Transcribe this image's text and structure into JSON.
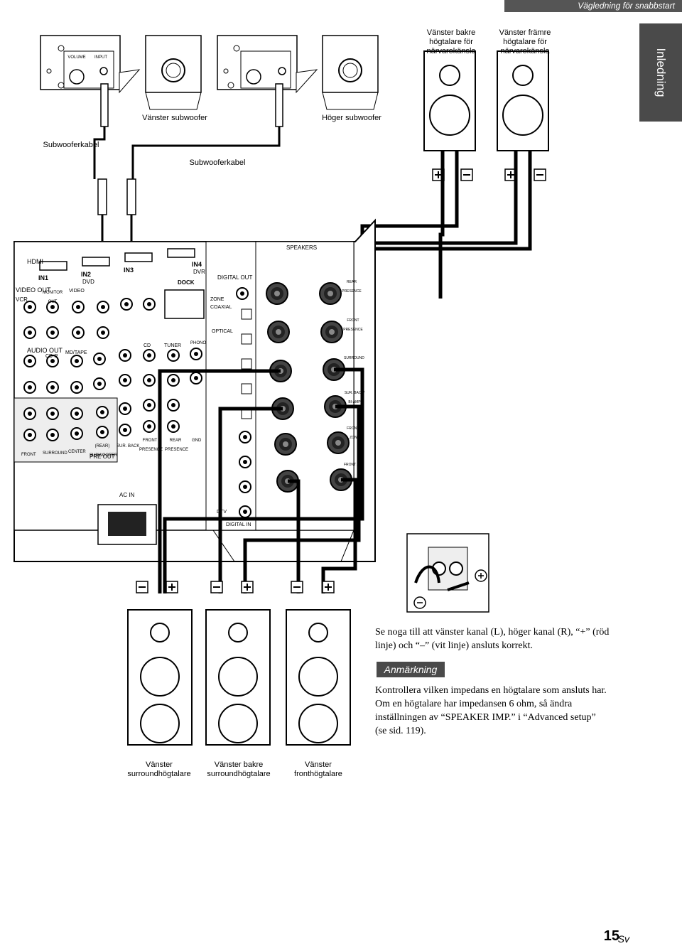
{
  "header": {
    "section": "Vägledning för snabbstart"
  },
  "side_tab": {
    "label": "Inledning"
  },
  "subwoofers": {
    "left_label": "Vänster subwoofer",
    "right_label": "Höger subwoofer",
    "cable_label_1": "Subwooferkabel",
    "cable_label_2": "Subwooferkabel",
    "volume": "VOLUME",
    "input": "INPUT"
  },
  "presence_speakers": {
    "left_rear": "Vänster bakre\nhögtalare för\nnärvarokänsla",
    "left_front": "Vänster främre\nhögtalare för\nnärvarokänsla"
  },
  "receiver": {
    "hdmi": "HDMI",
    "in1": "IN1",
    "in2": "IN2",
    "in3": "IN3",
    "in4": "IN4",
    "dvd": "DVD",
    "dvr": "DVR",
    "dock": "DOCK",
    "video_out": "VIDEO OUT",
    "vcr": "VCR",
    "monitor_out": "MONITOR OUT",
    "video": "VIDEO",
    "audio_out": "AUDIO OUT",
    "cdr": "CD-R",
    "mdtape": "MD/TAPE",
    "cd": "CD",
    "tuner": "TUNER",
    "phono": "PHONO",
    "digital_out": "DIGITAL OUT",
    "zone": "ZONE",
    "coaxial": "COAXIAL",
    "optical": "OPTICAL",
    "speakers": "SPEAKERS",
    "front": "FRONT",
    "surround": "SURROUND",
    "center": "CENTER",
    "subwoofer": "(REAR) SUBWOOFER",
    "sur_back": "SUR. BACK",
    "pre_out": "PRE OUT",
    "front_presence": "FRONT PRESENCE",
    "rear_presence": "REAR PRESENCE",
    "gnd": "GND",
    "ac_in": "AC IN",
    "dtv": "DTV",
    "digital_in": "DIGITAL IN",
    "sp_rear_presence": "REAR PRESENCE",
    "sp_front_presence": "FRONT PRESENCE",
    "sp_surround": "SURROUND",
    "sp_surback": "SUR. BACK/ BI-AMP",
    "sp_front_b": "FRONT B ZONE",
    "sp_front_a": "FRONT A"
  },
  "bottom_speakers": {
    "left_surround": "Vänster\nsurroundhögtalare",
    "left_rear_surround": "Vänster bakre\nsurroundhögtalare",
    "left_front": "Vänster\nfronthögtalare"
  },
  "polarity": {
    "plus": "+",
    "minus": "–"
  },
  "instructions": {
    "main": "Se noga till att vänster kanal (L), höger kanal (R), “+” (röd linje) och “–” (vit linje) ansluts korrekt.",
    "note_heading": "Anmärkning",
    "note_body": "Kontrollera vilken impedans en högtalare som ansluts har. Om en högtalare har impedansen 6 ohm, så ändra inställningen av “SPEAKER IMP.” i “Advanced setup” (se sid. 119)."
  },
  "footer": {
    "page_number": "15",
    "lang": "Sv"
  }
}
